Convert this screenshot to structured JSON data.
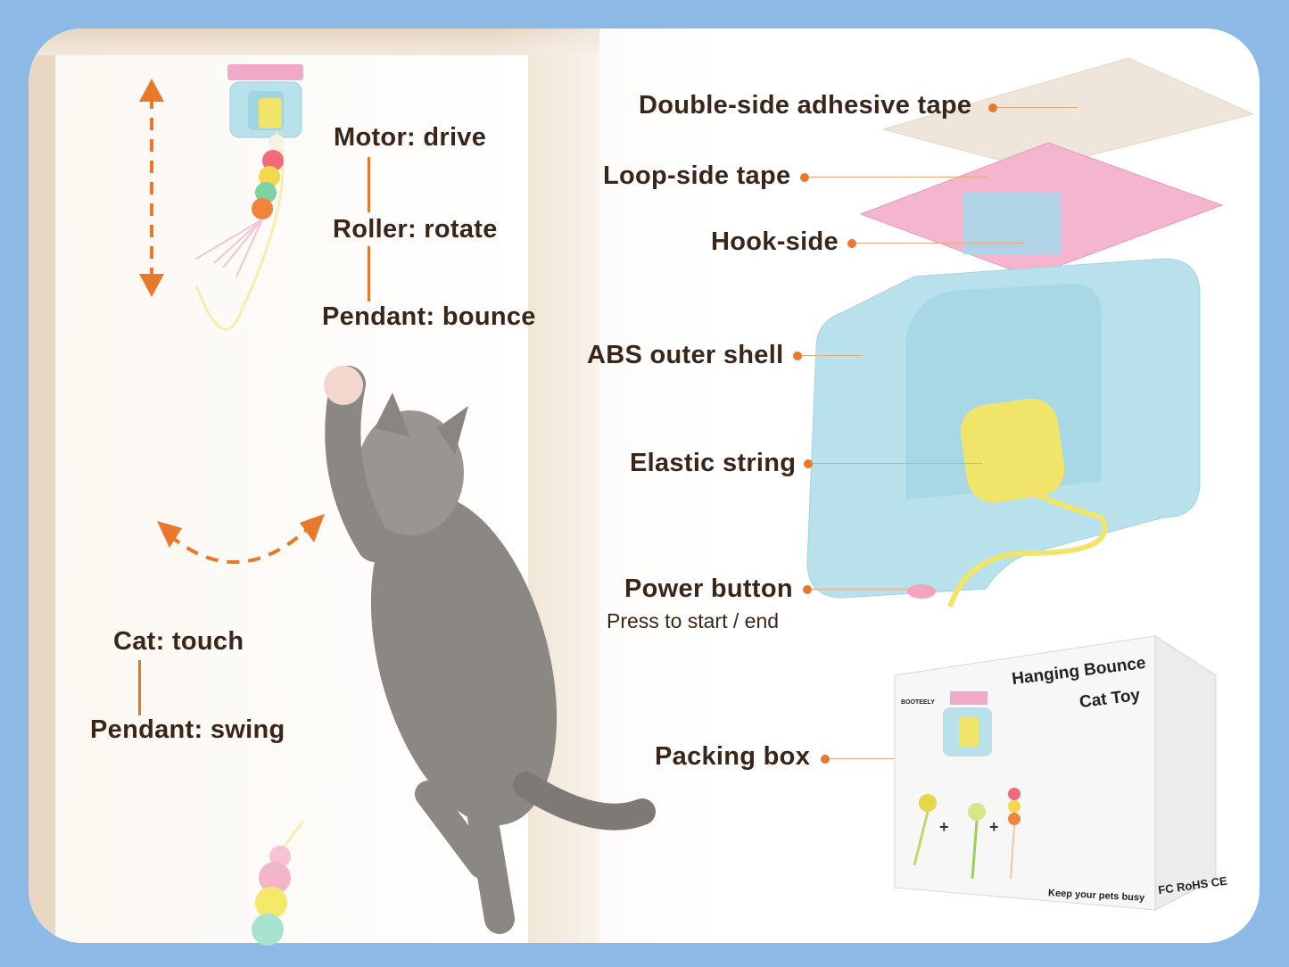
{
  "labels": {
    "motor": "Motor: drive",
    "roller": "Roller: rotate",
    "pendant_bounce": "Pendant: bounce",
    "cat_touch": "Cat: touch",
    "pendant_swing": "Pendant: swing",
    "adhesive": "Double-side adhesive tape",
    "loop": "Loop-side tape",
    "hook": "Hook-side",
    "shell": "ABS outer shell",
    "string": "Elastic string",
    "power": "Power button",
    "power_sub": "Press to start / end",
    "packing": "Packing box"
  },
  "box": {
    "title_line1": "Hanging Bounce",
    "title_line2": "Cat Toy",
    "brand": "BOOTEELY",
    "tagline": "Keep your pets busy",
    "cert": "FC RoHS CE"
  },
  "colors": {
    "accent": "#e8782a",
    "text": "#3a2618",
    "shell": "#b9e1ec",
    "tape_pink": "#f4b6cf",
    "string_yellow": "#f0e46a"
  }
}
